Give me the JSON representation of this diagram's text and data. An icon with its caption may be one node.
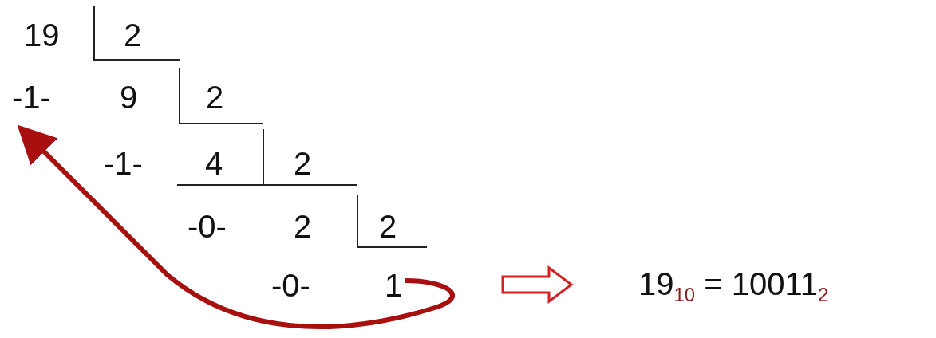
{
  "diagram": {
    "labels": [
      "19",
      "2",
      "-1-",
      "9",
      "2",
      "-1-",
      "4",
      "2",
      "-0-",
      "2",
      "2",
      "-0-",
      "1",
      "19$_{10}$ = 10011$_{2}$"
    ]
  }
}
